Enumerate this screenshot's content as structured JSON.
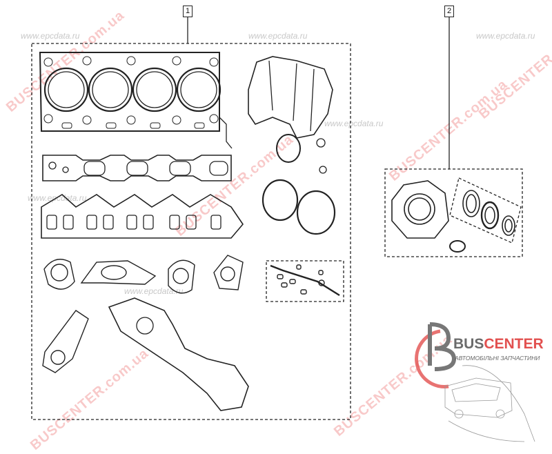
{
  "callouts": [
    {
      "label": "1"
    },
    {
      "label": "2"
    }
  ],
  "watermarks": {
    "site": "www.epcdata.ru",
    "brand": "BUSCENTER.com.ua"
  },
  "logo": {
    "bus": "BUS",
    "center": "CENTER",
    "subtitle": "АВТОМОБІЛЬНІ ЗАПЧАСТИНИ"
  },
  "colors": {
    "line": "#222222",
    "brand_red": "#e2504f",
    "brand_gray": "#6b6b6b"
  }
}
